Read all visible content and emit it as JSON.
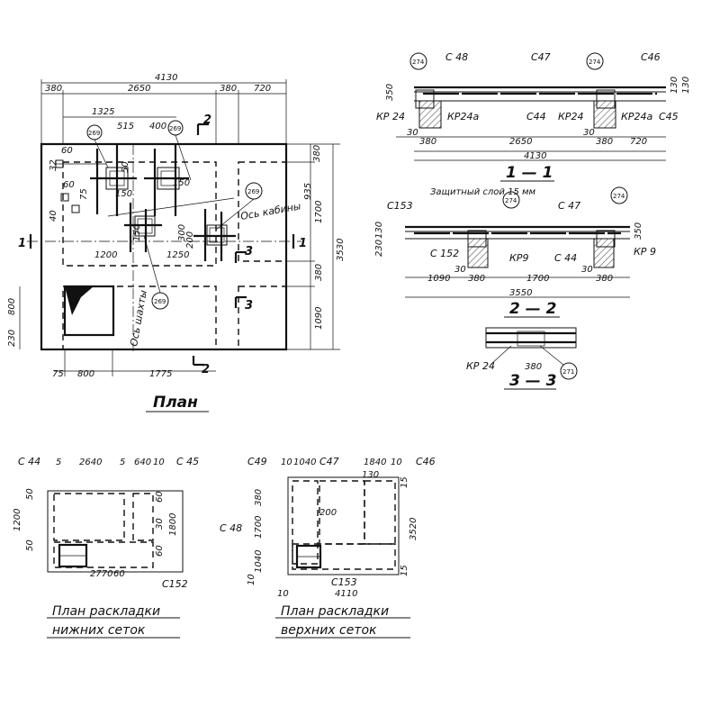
{
  "plan": {
    "title": "План",
    "dims_top": [
      "4130",
      "380",
      "2650",
      "380",
      "720",
      "1325",
      "515",
      "400"
    ],
    "dims_right": [
      "380",
      "935",
      "1700",
      "3530",
      "380",
      "1090"
    ],
    "dims_left": [
      "800",
      "230"
    ],
    "dims_bottom": [
      "75",
      "800",
      "1775"
    ],
    "dims_inner": [
      "60",
      "150",
      "150",
      "1200",
      "1250",
      "150",
      "300",
      "200",
      "50",
      "75",
      "40",
      "60",
      "32"
    ],
    "labels": {
      "axis_cabin": "Ось кабины",
      "axis_shaft": "Ось шахты"
    },
    "section_marks": [
      "2",
      "2",
      "3",
      "3",
      "1",
      "1"
    ],
    "callouts": [
      "269",
      "269",
      "269",
      "269"
    ]
  },
  "section_1_1": {
    "title": "1 — 1",
    "labels": [
      "С 48",
      "С47",
      "С46",
      "КР 24",
      "КР24а",
      "С44",
      "КР24",
      "КР24а",
      "С45"
    ],
    "dims": [
      "350",
      "30",
      "380",
      "2650",
      "30",
      "380",
      "720",
      "4130",
      "130",
      "130"
    ],
    "callouts": [
      "274",
      "274"
    ]
  },
  "section_2_2": {
    "title": "2 — 2",
    "labels": [
      "С153",
      "Защитный слой 15 мм",
      "С 47",
      "С 152",
      "КР9",
      "С 44",
      "КР 9"
    ],
    "dims": [
      "130",
      "230",
      "30",
      "380",
      "1090",
      "30",
      "380",
      "1700",
      "3550",
      "350"
    ],
    "callouts": [
      "274",
      "274"
    ]
  },
  "section_3_3": {
    "title": "3 — 3",
    "labels": [
      "КР 24"
    ],
    "dims": [
      "380"
    ],
    "callouts": [
      "271"
    ]
  },
  "lower_mesh": {
    "title_line1": "План раскладки",
    "title_line2": "нижних сеток",
    "labels": [
      "С 44",
      "С 45",
      "С152"
    ],
    "dims": [
      "5",
      "2640",
      "5",
      "640",
      "10",
      "1200",
      "50",
      "50",
      "1800",
      "60",
      "30",
      "60",
      "2770",
      "60"
    ]
  },
  "upper_mesh": {
    "title_line1": "План раскладки",
    "title_line2": "верхних сеток",
    "labels": [
      "С49",
      "С47",
      "С46",
      "С 48",
      "С153"
    ],
    "dims": [
      "10",
      "1040",
      "1840",
      "10",
      "130",
      "380",
      "200",
      "1700",
      "3520",
      "15",
      "1040",
      "10",
      "4110",
      "10",
      "15"
    ]
  }
}
